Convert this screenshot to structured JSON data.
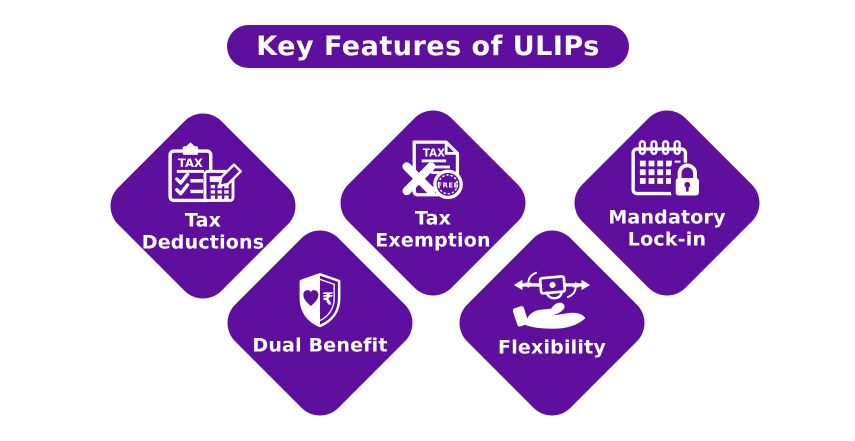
{
  "title": "Key Features of ULIPs",
  "colors": {
    "primary_purple": "#5E0F9E",
    "background": "#FFFFFF",
    "text_on_purple": "#FFFFFF"
  },
  "features": [
    {
      "label": "Tax Deductions",
      "icon": "clipboard-tax-calculator-icon"
    },
    {
      "label": "Tax Exemption",
      "icon": "tax-document-free-stamp-icon"
    },
    {
      "label": "Mandatory Lock-in",
      "icon": "calendar-lock-icon"
    },
    {
      "label": "Dual Benefit",
      "icon": "shield-heart-rupee-icon"
    },
    {
      "label": "Flexibility",
      "icon": "hand-money-arrows-icon"
    }
  ],
  "icon_texts": {
    "clipboard_tax": "TAX",
    "document_tax": "TAX",
    "stamp_free": "FREE",
    "rupee_symbol": "₹"
  }
}
